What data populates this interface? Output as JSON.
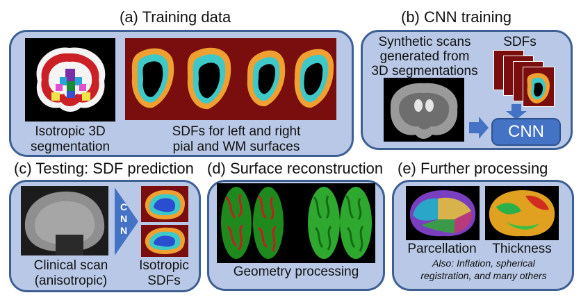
{
  "panel_a": {
    "title": "(a) Training data",
    "caption_left_line1": "Isotropic 3D",
    "caption_left_line2": "segmentation",
    "caption_right_line1": "SDFs for left and right",
    "caption_right_line2": "pial and WM surfaces"
  },
  "panel_b": {
    "title": "(b) CNN training",
    "synthetic_line1": "Synthetic scans",
    "synthetic_line2": "generated from",
    "synthetic_line3": "3D segmentations",
    "sdfs_label": "SDFs",
    "cnn_label": "CNN"
  },
  "panel_c": {
    "title": "(c) Testing: SDF prediction",
    "cnn_vertical": "CNN",
    "caption_left_line1": "Clinical scan",
    "caption_left_line2": "(anisotropic)",
    "caption_right_line1": "Isotropic",
    "caption_right_line2": "SDFs"
  },
  "panel_d": {
    "title": "(d) Surface reconstruction",
    "caption": "Geometry processing"
  },
  "panel_e": {
    "title": "(e) Further processing",
    "label_left": "Parcellation",
    "label_right": "Thickness",
    "note_line1": "Also: Inflation, spherical",
    "note_line2": "registration, and many others"
  }
}
